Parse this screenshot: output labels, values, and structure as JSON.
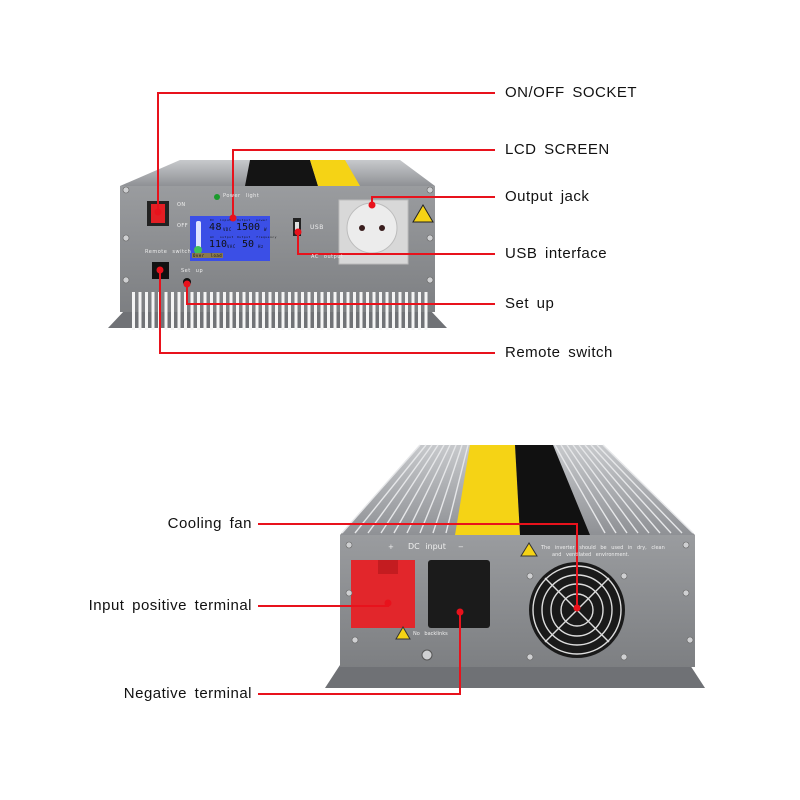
{
  "colors": {
    "callout": "#e8121c",
    "housing": "#8c8e91",
    "lcd": "#3b4fe6",
    "label_yellow": "#f5d315"
  },
  "top_view": {
    "callouts": {
      "on_off": "ON/OFF  SOCKET",
      "lcd": "LCD  SCREEN",
      "output": "Output  jack",
      "usb": "USB  interface",
      "setup": "Set  up",
      "remote": "Remote  switch"
    },
    "panel_text": {
      "on": "ON",
      "off": "OFF",
      "power_light": "Power light",
      "usb": "USB",
      "ac_output": "AC output",
      "remote_switch": "Remote switch",
      "set_up": "Set up"
    },
    "lcd_readout": {
      "dc_input_label": "DC input",
      "dc_input_value": "48",
      "dc_input_unit": "VDC",
      "output_power_label": "Output power",
      "output_power_value": "1500",
      "output_power_unit": "W",
      "ac_output_label": "AC output",
      "ac_output_value": "110",
      "ac_output_unit": "VAC",
      "frequency_label": "Output frequency",
      "frequency_value": "50",
      "frequency_unit": "Hz",
      "status": "Over load"
    }
  },
  "bottom_view": {
    "callouts": {
      "fan": "Cooling fan",
      "positive": "Input  positive  terminal",
      "negative": "Negative  terminal"
    },
    "panel_text": {
      "plus": "+",
      "dc_input": "DC input",
      "minus": "−",
      "warning": "The inverter should be used in dry, clean",
      "warning2": "and ventilated environment.",
      "no_backlinks": "No backlinks"
    }
  }
}
